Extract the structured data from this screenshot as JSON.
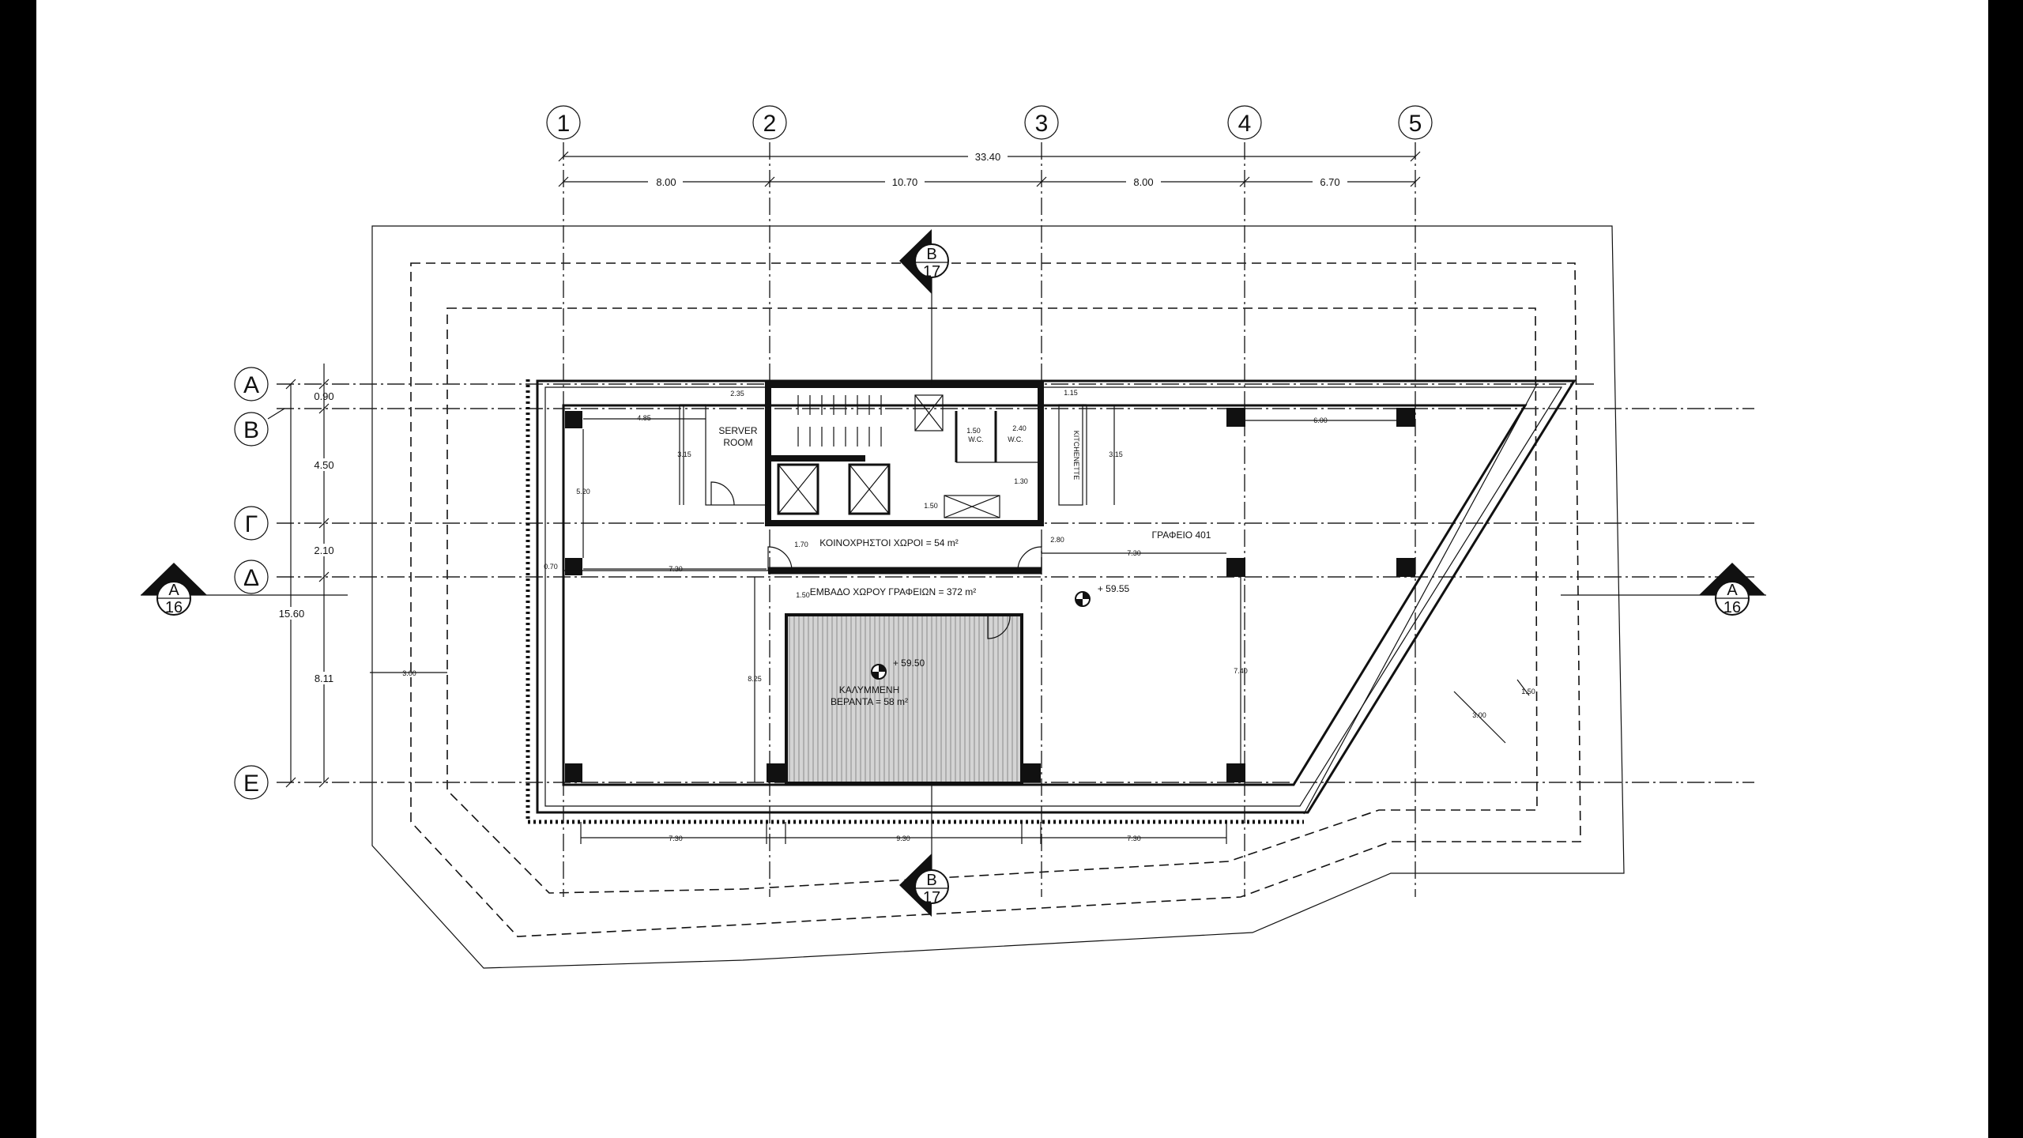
{
  "grid": {
    "columns": [
      "1",
      "2",
      "3",
      "4",
      "5"
    ],
    "rows": [
      "Α",
      "Β",
      "Γ",
      "Δ",
      "Ε"
    ]
  },
  "dimensions": {
    "total_x": "33.40",
    "spans_x": [
      "8.00",
      "10.70",
      "8.00",
      "6.70"
    ],
    "total_y": "15.60",
    "spans_y": [
      "0.90",
      "4.50",
      "2.10",
      "8.11"
    ],
    "setback": "3.00",
    "bottom": [
      "7.30",
      "9.30",
      "7.30"
    ],
    "row_d": [
      "7.30",
      "7.30"
    ],
    "interior": [
      "4.85",
      "3.15",
      "3.15",
      "5.20",
      "0.70",
      "8.25",
      "7.40",
      "6.00",
      "1.15",
      "2.80",
      "1.70",
      "1.50",
      "2.35"
    ],
    "core": [
      "1.50",
      "2.40",
      "1.30",
      "1.50"
    ],
    "diagonal": [
      "1.50",
      "3.00"
    ]
  },
  "labels": {
    "server_room_1": "SERVER",
    "server_room_2": "ROOM",
    "wc": "W.C.",
    "kitchenette": "KITCHENETTE",
    "common_areas": "ΚΟΙΝΟΧΡΗΣΤΟΙ ΧΩΡΟΙ = 54 m²",
    "office": "ΓΡΑΦΕΙΟ 401",
    "office_area": "ΕΜΒΑΔΟ ΧΩΡΟΥ ΓΡΑΦΕΙΩΝ = 372 m²",
    "covered_veranda_1": "ΚΑΛΥΜΜΕΝΗ",
    "covered_veranda_2": "ΒΕΡΑΝΤΑ = 58 m²",
    "level_office": "+ 59.55",
    "level_veranda": "+ 59.50"
  },
  "sections": {
    "a": {
      "letter": "A",
      "sheet": "16"
    },
    "b": {
      "letter": "B",
      "sheet": "17"
    }
  }
}
